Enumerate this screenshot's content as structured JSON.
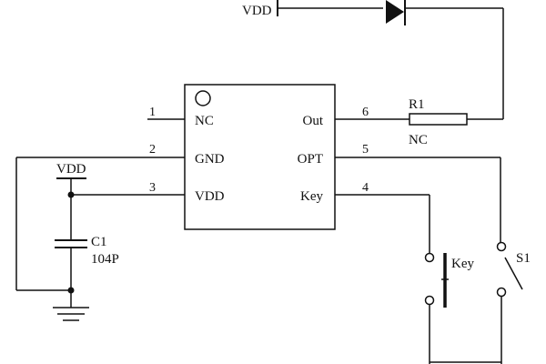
{
  "chip": {
    "pins": [
      {
        "number": "1",
        "label": "NC"
      },
      {
        "number": "2",
        "label": "GND"
      },
      {
        "number": "3",
        "label": "VDD"
      },
      {
        "number": "6",
        "label": "Out"
      },
      {
        "number": "5",
        "label": "OPT"
      },
      {
        "number": "4",
        "label": "Key"
      }
    ]
  },
  "supply": {
    "top_label": "VDD",
    "left_label": "VDD"
  },
  "resistor": {
    "ref": "R1",
    "value": "NC"
  },
  "capacitor": {
    "ref": "C1",
    "value": "104P"
  },
  "switches": {
    "key_label": "Key",
    "s1_label": "S1"
  }
}
